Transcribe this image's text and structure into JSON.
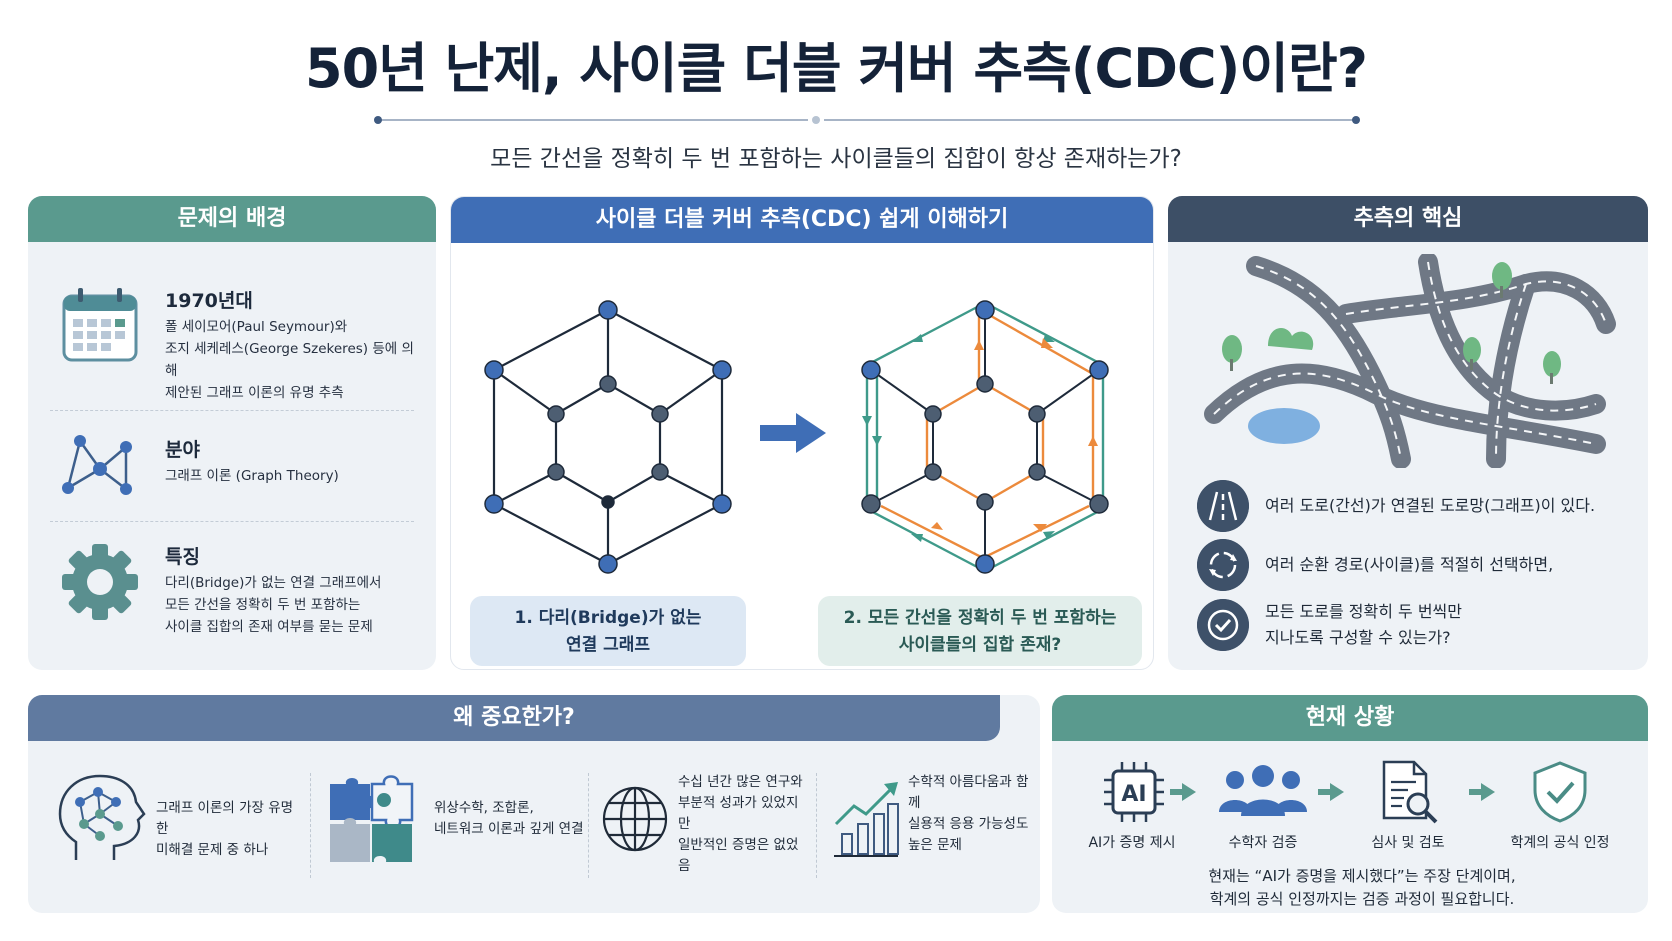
{
  "title": "50년 난제, 사이클 더블 커버 추측(CDC)이란?",
  "subtitle": "모든 간선을 정확히 두 번 포함하는 사이클들의 집합이 항상 존재하는가?",
  "colors": {
    "teal": "#5a9a8e",
    "blue": "#3f6eb6",
    "navy": "#3d4f66",
    "orange": "#ec8a3c"
  },
  "background": {
    "header": "문제의 배경",
    "items": [
      {
        "icon": "calendar-icon",
        "title": "1970년대",
        "lines": [
          "폴 세이모어(Paul Seymour)와",
          "조지 세케레스(George Szekeres) 등에 의해",
          "제안된 그래프 이론의 유명 추측"
        ]
      },
      {
        "icon": "graph-network-icon",
        "title": "분야",
        "lines": [
          "그래프 이론 (Graph Theory)"
        ]
      },
      {
        "icon": "gear-icon",
        "title": "특징",
        "lines": [
          "다리(Bridge)가 없는 연결 그래프에서",
          "모든 간선을 정확히 두 번 포함하는",
          "사이클 집합의 존재 여부를 묻는 문제"
        ]
      }
    ]
  },
  "understand": {
    "header": "사이클 더블 커버 추측(CDC) 쉽게 이해하기",
    "caption1": [
      "1. 다리(Bridge)가 없는",
      "연결 그래프"
    ],
    "caption2": [
      "2. 모든 간선을 정확히 두 번 포함하는",
      "사이클들의 집합 존재?"
    ]
  },
  "core": {
    "header": "추측의 핵심",
    "items": [
      {
        "icon": "road-icon",
        "lines": [
          "여러 도로(간선)가 연결된 도로망(그래프)이 있다."
        ]
      },
      {
        "icon": "cycle-icon",
        "lines": [
          "여러 순환 경로(사이클)를 적절히 선택하면,"
        ]
      },
      {
        "icon": "check-circle-icon",
        "lines": [
          "모든 도로를 정확히 두 번씩만",
          "지나도록 구성할 수 있는가?"
        ]
      }
    ]
  },
  "why": {
    "header": "왜 중요한가?",
    "items": [
      {
        "icon": "brain-network-icon",
        "lines": [
          "그래프 이론의 가장 유명한",
          "미해결 문제 중 하나"
        ]
      },
      {
        "icon": "puzzle-icon",
        "lines": [
          "위상수학, 조합론,",
          "네트워크 이론과 깊게 연결"
        ]
      },
      {
        "icon": "globe-icon",
        "lines": [
          "수십 년간 많은 연구와",
          "부분적 성과가 있었지만",
          "일반적인 증명은 없었음"
        ]
      },
      {
        "icon": "growth-chart-icon",
        "lines": [
          "수학적 아름다움과 함께",
          "실용적 응용 가능성도",
          "높은 문제"
        ]
      }
    ]
  },
  "status": {
    "header": "현재 상황",
    "steps": [
      {
        "icon": "ai-chip-icon",
        "label": "AI가 증명 제시"
      },
      {
        "icon": "people-icon",
        "label": "수학자 검증"
      },
      {
        "icon": "document-search-icon",
        "label": "심사 및 검토"
      },
      {
        "icon": "shield-check-icon",
        "label": "학계의 공식 인정"
      }
    ],
    "note": [
      "현재는 “AI가 증명을 제시했다”는 주장 단계이며,",
      "학계의 공식 인정까지는 검증 과정이 필요합니다."
    ]
  }
}
